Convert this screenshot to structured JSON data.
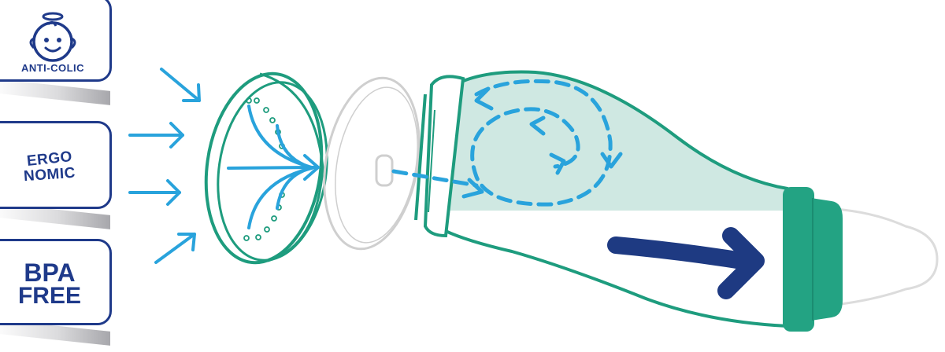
{
  "badges": {
    "anti_colic": "ANTI-COLIC",
    "ergonomic_line1": "ERGO",
    "ergonomic_line2": "NOMIC",
    "bpa_line1": "BPA",
    "bpa_line2": "FREE"
  },
  "colors": {
    "badge_navy": "#1f3a8a",
    "arrow_blue": "#29a3dc",
    "bottle_green": "#1e9c7e",
    "bottle_fill": "#cfe8e2",
    "collar_green": "#23a383",
    "flow_arrow_navy": "#1e3a82",
    "disc_grey": "#cfcfcf"
  },
  "icons": [
    "baby-face-icon",
    "air-inflow-arrow-icon",
    "air-valve-disc-icon",
    "flow-arrow-icon",
    "swirl-arrow-icon"
  ]
}
